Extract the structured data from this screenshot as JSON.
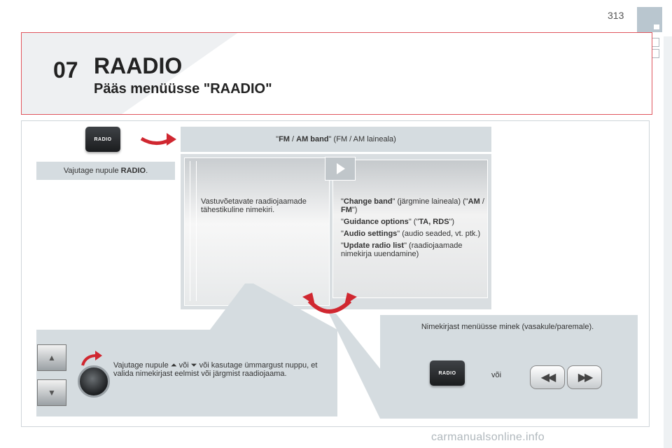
{
  "page": {
    "number": "313"
  },
  "header": {
    "chapter": "07",
    "title": "RAADIO",
    "subtitle": "Pääs menüüsse \"RAADIO\""
  },
  "buttons": {
    "radio_label": "RADIO"
  },
  "press_box": {
    "text_prefix": "Vajutage nupule ",
    "text_bold": "RADIO",
    "text_suffix": "."
  },
  "band_bar": {
    "q1": "\"",
    "fm": "FM",
    "sep1": " / ",
    "am": "AM band",
    "q2": "\"",
    "rest": " (FM / AM laineala)"
  },
  "screen": {
    "list_text": "Vastuvõetavate raadiojaamade tähestikuline nimekiri.",
    "menu": {
      "change_band": "Change band",
      "change_band_desc_1": " (järgmine laineala) (\"",
      "am": "AM",
      "slash": " / ",
      "fm": "FM",
      "close": "\")",
      "guidance": "Guidance options",
      "guidance_open": " (\"",
      "ta_rds": "TA, RDS",
      "guidance_close": "\")",
      "audio": "Audio settings",
      "audio_desc": " (audio seaded, vt. ptk.)",
      "update": "Update radio list",
      "update_desc": " (raadiojaamade nimekirja uuendamine)"
    }
  },
  "knob_box": {
    "text_1": "Vajutage nupule ",
    "or": " või ",
    "text_2": " või kasutage ümmargust nuppu, et valida nimekirjast eelmist või järgmist raadiojaama."
  },
  "nav_box": {
    "text": "Nimekirjast menüüsse minek (vasakule/paremale).",
    "or": "või"
  },
  "icons": [
    "up-triangle-icon",
    "down-triangle-icon",
    "rotate-arrow-icon",
    "play-icon",
    "seek-back-icon",
    "seek-forward-icon"
  ],
  "colors": {
    "accent_red": "#e0555d",
    "panel_grey": "#d5dce0",
    "tab_blue": "#b9c6cf"
  },
  "watermark": "carmanualsonline.info"
}
